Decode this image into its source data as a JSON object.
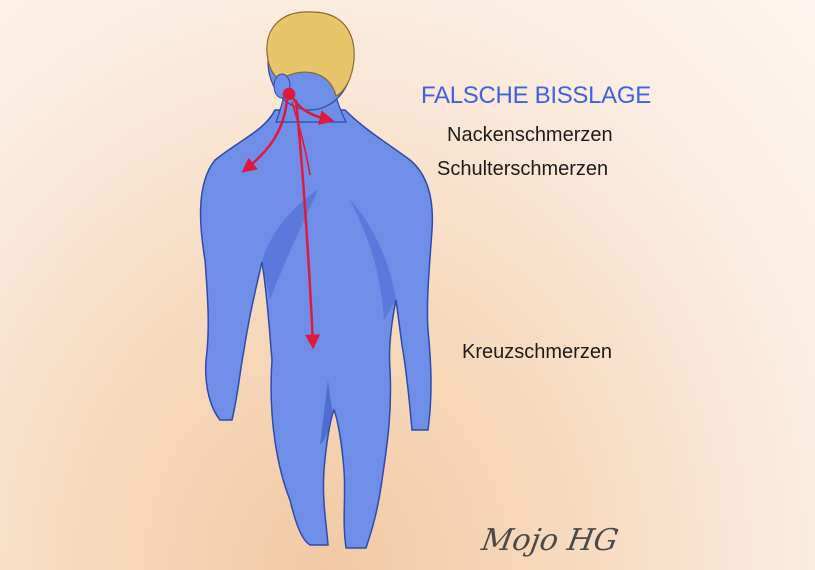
{
  "title": "FALSCHE BISSLAGE",
  "labels": {
    "neck": "Nackenschmerzen",
    "shoulder": "Schulterschmerzen",
    "lower_back": "Kreuzschmerzen"
  },
  "signature": "Mojo HG",
  "colors": {
    "title": "#3f63e0",
    "body": "#6f8ee8",
    "body_shadow": "#4a68d4",
    "hair": "#e8c46a",
    "arrow": "#e0183c",
    "text": "#1c1c1c"
  }
}
